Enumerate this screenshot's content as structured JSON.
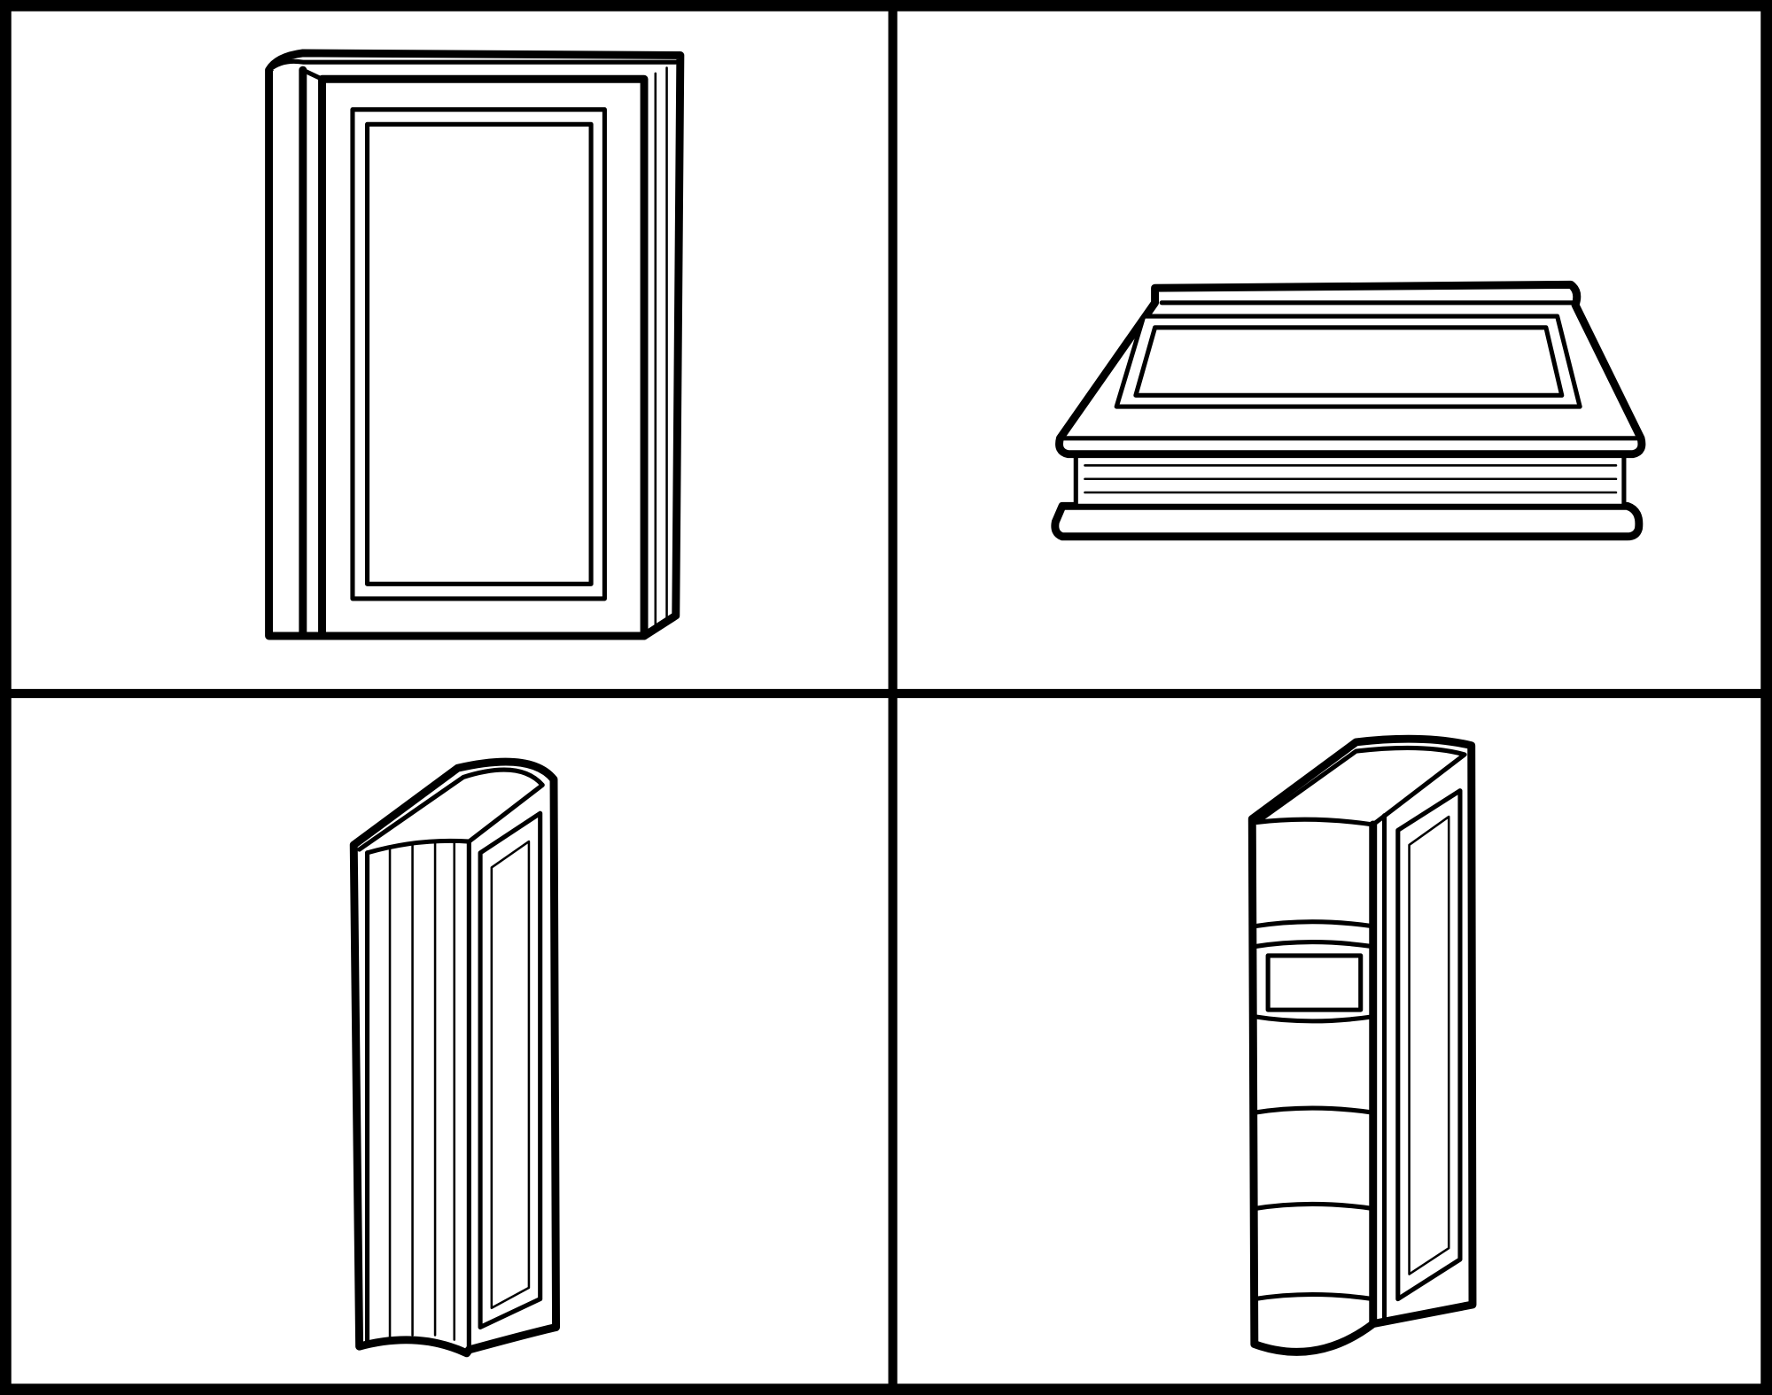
{
  "colors": {
    "line": "#000000",
    "background": "#ffffff"
  },
  "panels": [
    {
      "id": "book-front"
    },
    {
      "id": "book-flat"
    },
    {
      "id": "book-fore-edge"
    },
    {
      "id": "book-spine"
    }
  ]
}
